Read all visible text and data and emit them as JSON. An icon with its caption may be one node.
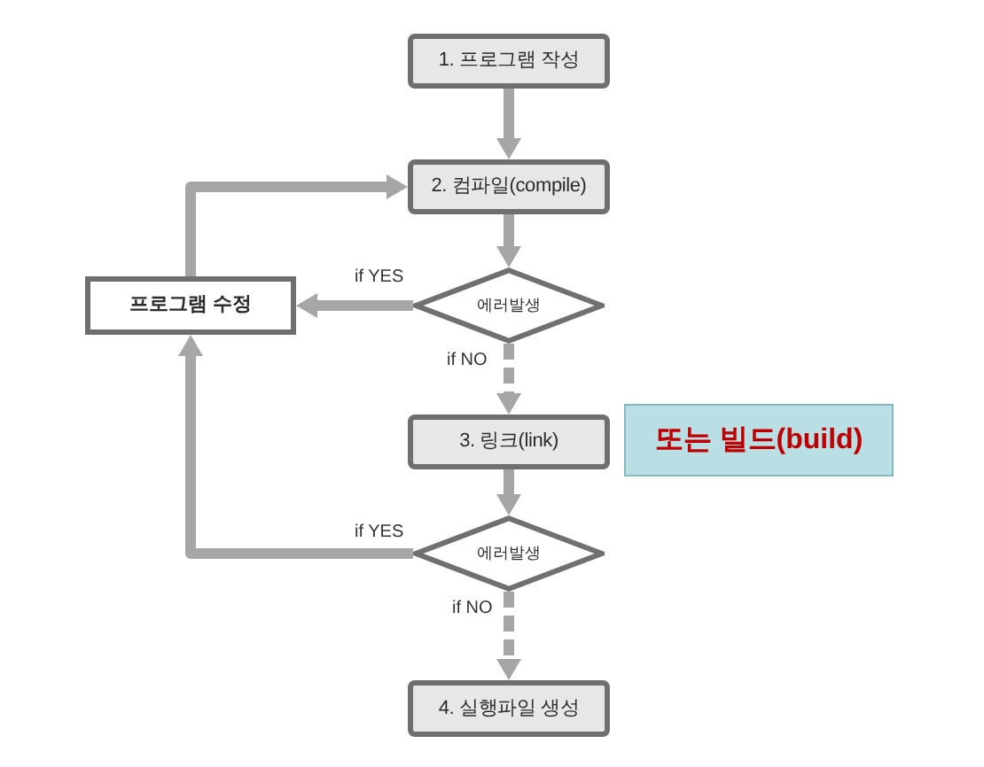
{
  "diagram": {
    "nodes": [
      {
        "text": [
          "1. 프로그램 작성"
        ]
      },
      {
        "text": [
          "2. 컴파일(compile)"
        ]
      },
      {
        "text": [
          "프로그램 수정"
        ]
      },
      {
        "text": [
          "에러발생"
        ]
      },
      {
        "text": [
          "3. 링크(link)"
        ]
      },
      {
        "text": [
          "또는 빌드(build)"
        ]
      },
      {
        "text": [
          "에러발생"
        ]
      },
      {
        "text": [
          "4. 실행파일 생성"
        ]
      }
    ],
    "edges": [
      {
        "from": 0,
        "to": 1,
        "arrow": "to"
      },
      {
        "from": 1,
        "to": 3,
        "arrow": "to"
      },
      {
        "from": 3,
        "to": 2,
        "arrow": "to",
        "label": "if YES"
      },
      {
        "from": 2,
        "to": 1,
        "arrow": "to"
      },
      {
        "from": 3,
        "to": 4,
        "arrow": "to",
        "label": "if NO",
        "style": "dashed"
      },
      {
        "from": 4,
        "to": 6,
        "arrow": "to"
      },
      {
        "from": 6,
        "to": 2,
        "arrow": "to",
        "label": "if YES"
      },
      {
        "from": 6,
        "to": 7,
        "arrow": "to",
        "label": "if NO",
        "style": "dashed"
      }
    ]
  }
}
